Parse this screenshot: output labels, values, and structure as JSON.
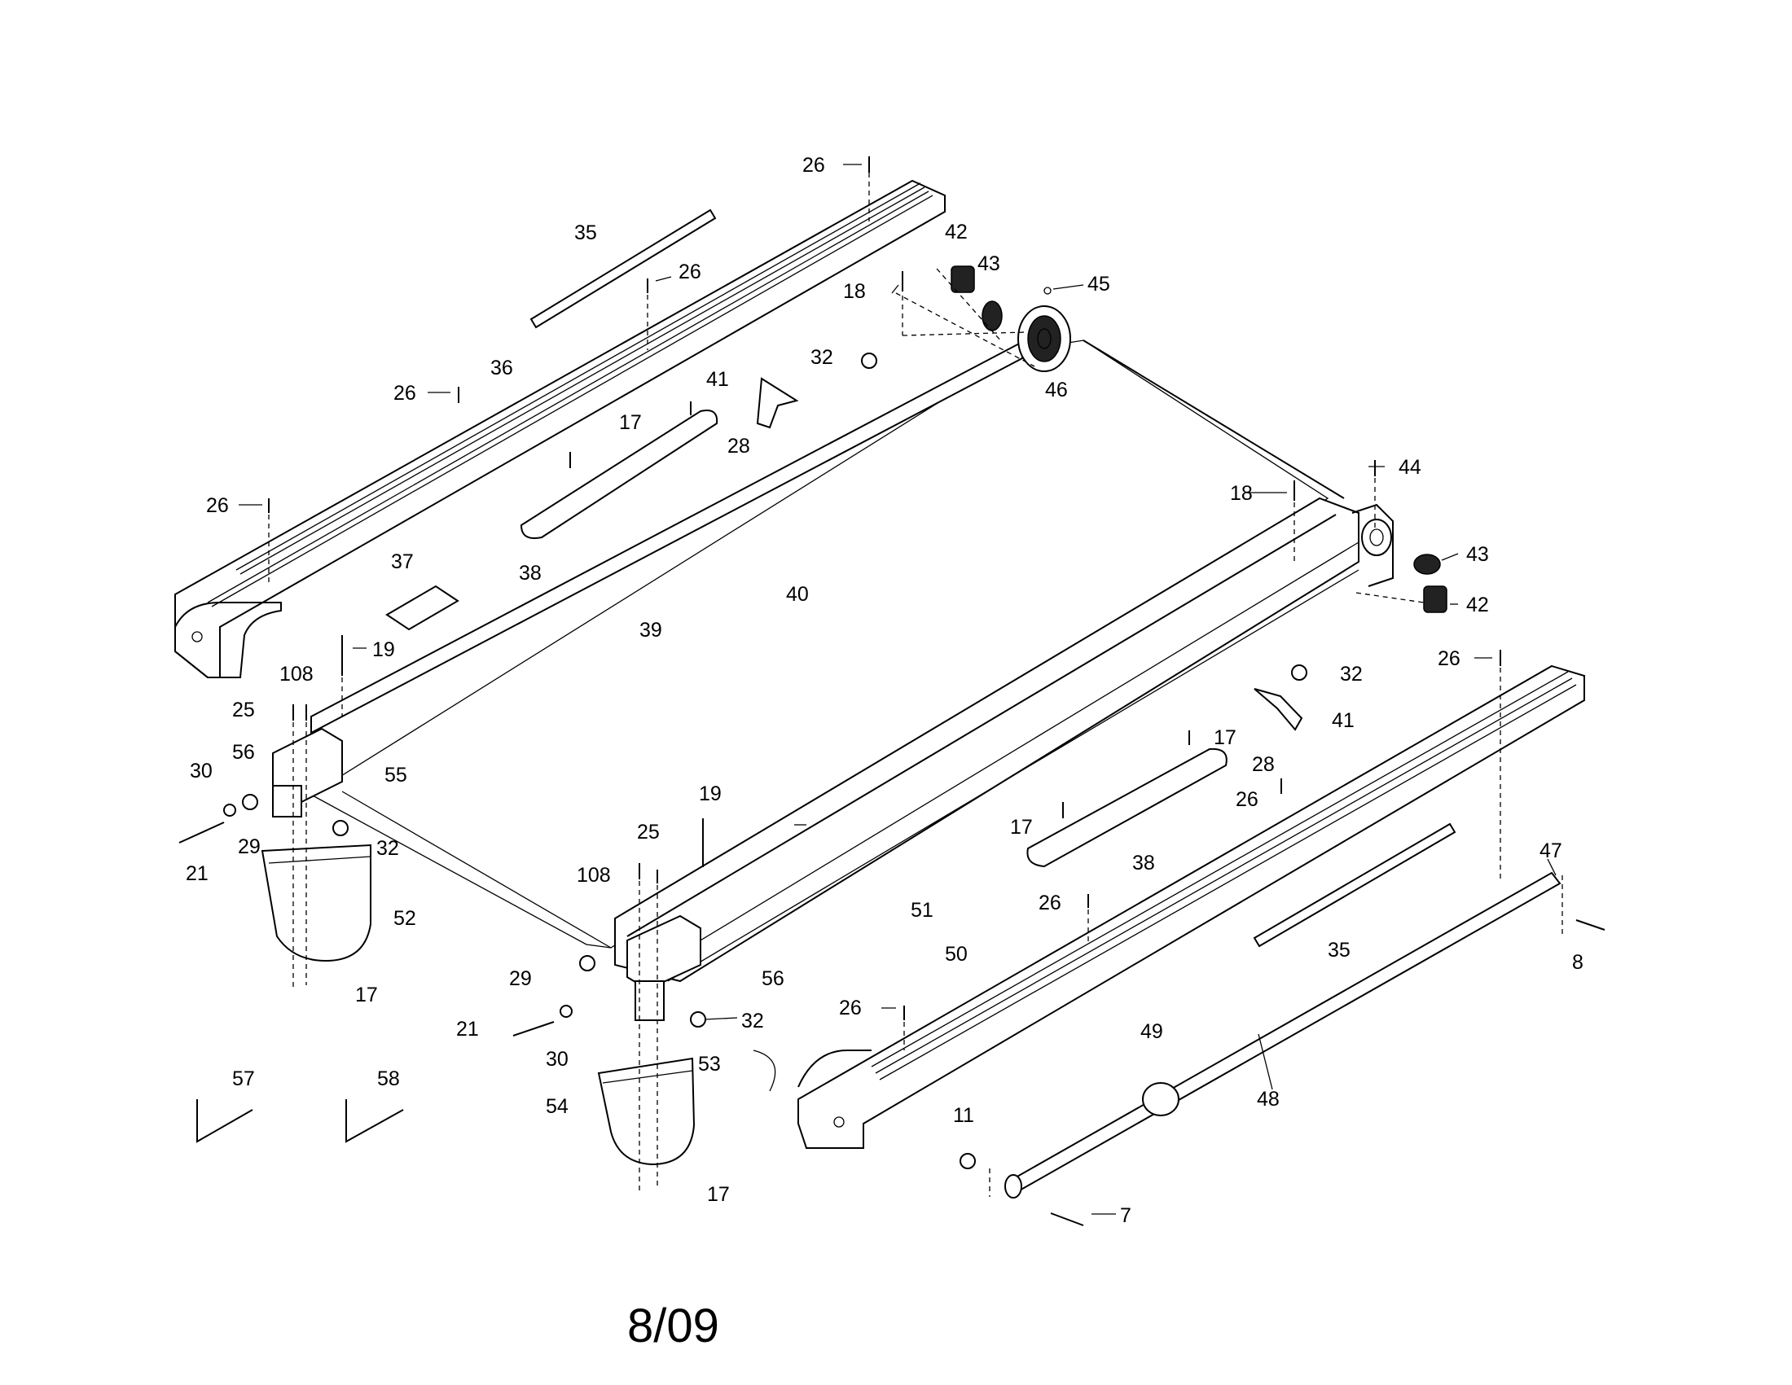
{
  "diagram": {
    "footer_code": "8/09",
    "part_labels": [
      {
        "id": "l26a",
        "text": "26"
      },
      {
        "id": "l35a",
        "text": "35"
      },
      {
        "id": "l26b",
        "text": "26"
      },
      {
        "id": "l42a",
        "text": "42"
      },
      {
        "id": "l43a",
        "text": "43"
      },
      {
        "id": "l45",
        "text": "45"
      },
      {
        "id": "l18a",
        "text": "18"
      },
      {
        "id": "l32a",
        "text": "32"
      },
      {
        "id": "l46",
        "text": "46"
      },
      {
        "id": "l26c",
        "text": "26"
      },
      {
        "id": "l36",
        "text": "36"
      },
      {
        "id": "l41a",
        "text": "41"
      },
      {
        "id": "l17a",
        "text": "17"
      },
      {
        "id": "l28a",
        "text": "28"
      },
      {
        "id": "l26d",
        "text": "26"
      },
      {
        "id": "l44",
        "text": "44"
      },
      {
        "id": "l18b",
        "text": "18"
      },
      {
        "id": "l43b",
        "text": "43"
      },
      {
        "id": "l42b",
        "text": "42"
      },
      {
        "id": "l37",
        "text": "37"
      },
      {
        "id": "l38a",
        "text": "38"
      },
      {
        "id": "l39",
        "text": "39"
      },
      {
        "id": "l40",
        "text": "40"
      },
      {
        "id": "l19a",
        "text": "19"
      },
      {
        "id": "l108a",
        "text": "108"
      },
      {
        "id": "l25a",
        "text": "25"
      },
      {
        "id": "l56a",
        "text": "56"
      },
      {
        "id": "l55",
        "text": "55"
      },
      {
        "id": "l30a",
        "text": "30"
      },
      {
        "id": "l29a",
        "text": "29"
      },
      {
        "id": "l21a",
        "text": "21"
      },
      {
        "id": "l32b",
        "text": "32"
      },
      {
        "id": "l52",
        "text": "52"
      },
      {
        "id": "l17b",
        "text": "17"
      },
      {
        "id": "l26e",
        "text": "26"
      },
      {
        "id": "l32c",
        "text": "32"
      },
      {
        "id": "l41b",
        "text": "41"
      },
      {
        "id": "l17c",
        "text": "17"
      },
      {
        "id": "l28b",
        "text": "28"
      },
      {
        "id": "l26f",
        "text": "26"
      },
      {
        "id": "l19b",
        "text": "19"
      },
      {
        "id": "l25b",
        "text": "25"
      },
      {
        "id": "l108b",
        "text": "108"
      },
      {
        "id": "l17d",
        "text": "17"
      },
      {
        "id": "l38b",
        "text": "38"
      },
      {
        "id": "l51",
        "text": "51"
      },
      {
        "id": "l26g",
        "text": "26"
      },
      {
        "id": "l47",
        "text": "47"
      },
      {
        "id": "l35b",
        "text": "35"
      },
      {
        "id": "l8",
        "text": "8"
      },
      {
        "id": "l56b",
        "text": "56"
      },
      {
        "id": "l50",
        "text": "50"
      },
      {
        "id": "l29b",
        "text": "29"
      },
      {
        "id": "l26h",
        "text": "26"
      },
      {
        "id": "l32d",
        "text": "32"
      },
      {
        "id": "l21b",
        "text": "21"
      },
      {
        "id": "l30b",
        "text": "30"
      },
      {
        "id": "l49",
        "text": "49"
      },
      {
        "id": "l53",
        "text": "53"
      },
      {
        "id": "l48",
        "text": "48"
      },
      {
        "id": "l57",
        "text": "57"
      },
      {
        "id": "l58",
        "text": "58"
      },
      {
        "id": "l54",
        "text": "54"
      },
      {
        "id": "l11",
        "text": "11"
      },
      {
        "id": "l17e",
        "text": "17"
      },
      {
        "id": "l7",
        "text": "7"
      }
    ]
  }
}
